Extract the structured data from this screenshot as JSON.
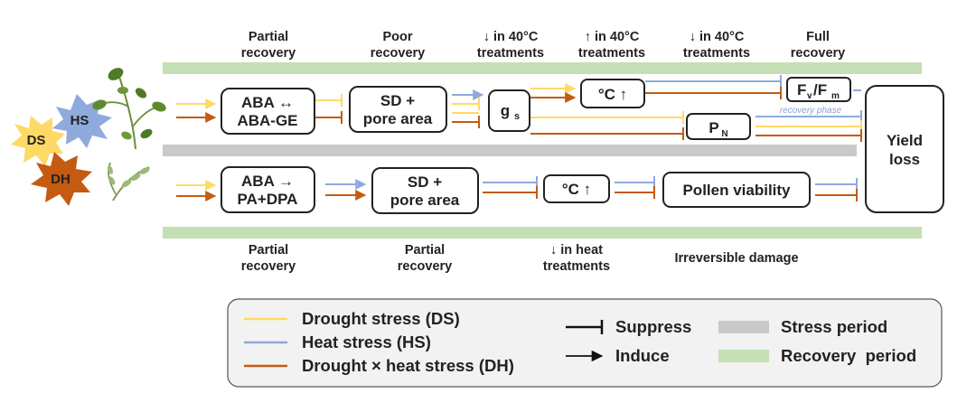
{
  "colors": {
    "drought": "#ffd966",
    "heat": "#8faadc",
    "combined": "#c55a11",
    "stress_period": "#c9c9c9",
    "recovery_period": "#c5dfb4",
    "legend_bg": "#f2f2f2"
  },
  "stress_badges": [
    "DS",
    "HS",
    "DH"
  ],
  "plant_icons": [
    "wheat-plant-icon",
    "wheat-spike-icon"
  ],
  "top_headers": {
    "h1": [
      "Partial",
      "recovery"
    ],
    "h2": [
      "Poor",
      "recovery"
    ],
    "h3": [
      "↓ in 40°C",
      "treatments"
    ],
    "h4": [
      "↑ in 40°C",
      "treatments"
    ],
    "h5": [
      "↓ in 40°C",
      "treatments"
    ],
    "h6": [
      "Full",
      "recovery"
    ]
  },
  "top_boxes": {
    "aba": [
      "ABA ↔",
      "ABA-GE"
    ],
    "sd": [
      "SD +",
      "pore area"
    ],
    "gs": "g",
    "gs_sub": "s",
    "temp": "°C ↑",
    "fvfm_a": "F",
    "fvfm_sub_v": "v",
    "fvfm_b": "/F",
    "fvfm_sub_m": "m",
    "pn": "P",
    "pn_sub": "N"
  },
  "recovery_phase_note": "recovery phase",
  "yield_box": [
    "Yield",
    "loss"
  ],
  "bottom_boxes": {
    "aba": [
      "ABA →",
      "PA+DPA"
    ],
    "sd": [
      "SD +",
      "pore area"
    ],
    "temp": "°C ↑",
    "pollen": "Pollen viability"
  },
  "bottom_headers": {
    "b1": [
      "Partial",
      "recovery"
    ],
    "b2": [
      "Partial",
      "recovery"
    ],
    "b3": [
      "↓ in heat",
      "treatments"
    ],
    "b4": "Irreversible damage"
  },
  "legend": {
    "ds": "Drought stress (DS)",
    "hs": "Heat stress (HS)",
    "dh": "Drought × heat stress (DH)",
    "suppress": "Suppress",
    "induce": "Induce",
    "stress_period": "Stress period",
    "recovery_period": "Recovery  period"
  }
}
